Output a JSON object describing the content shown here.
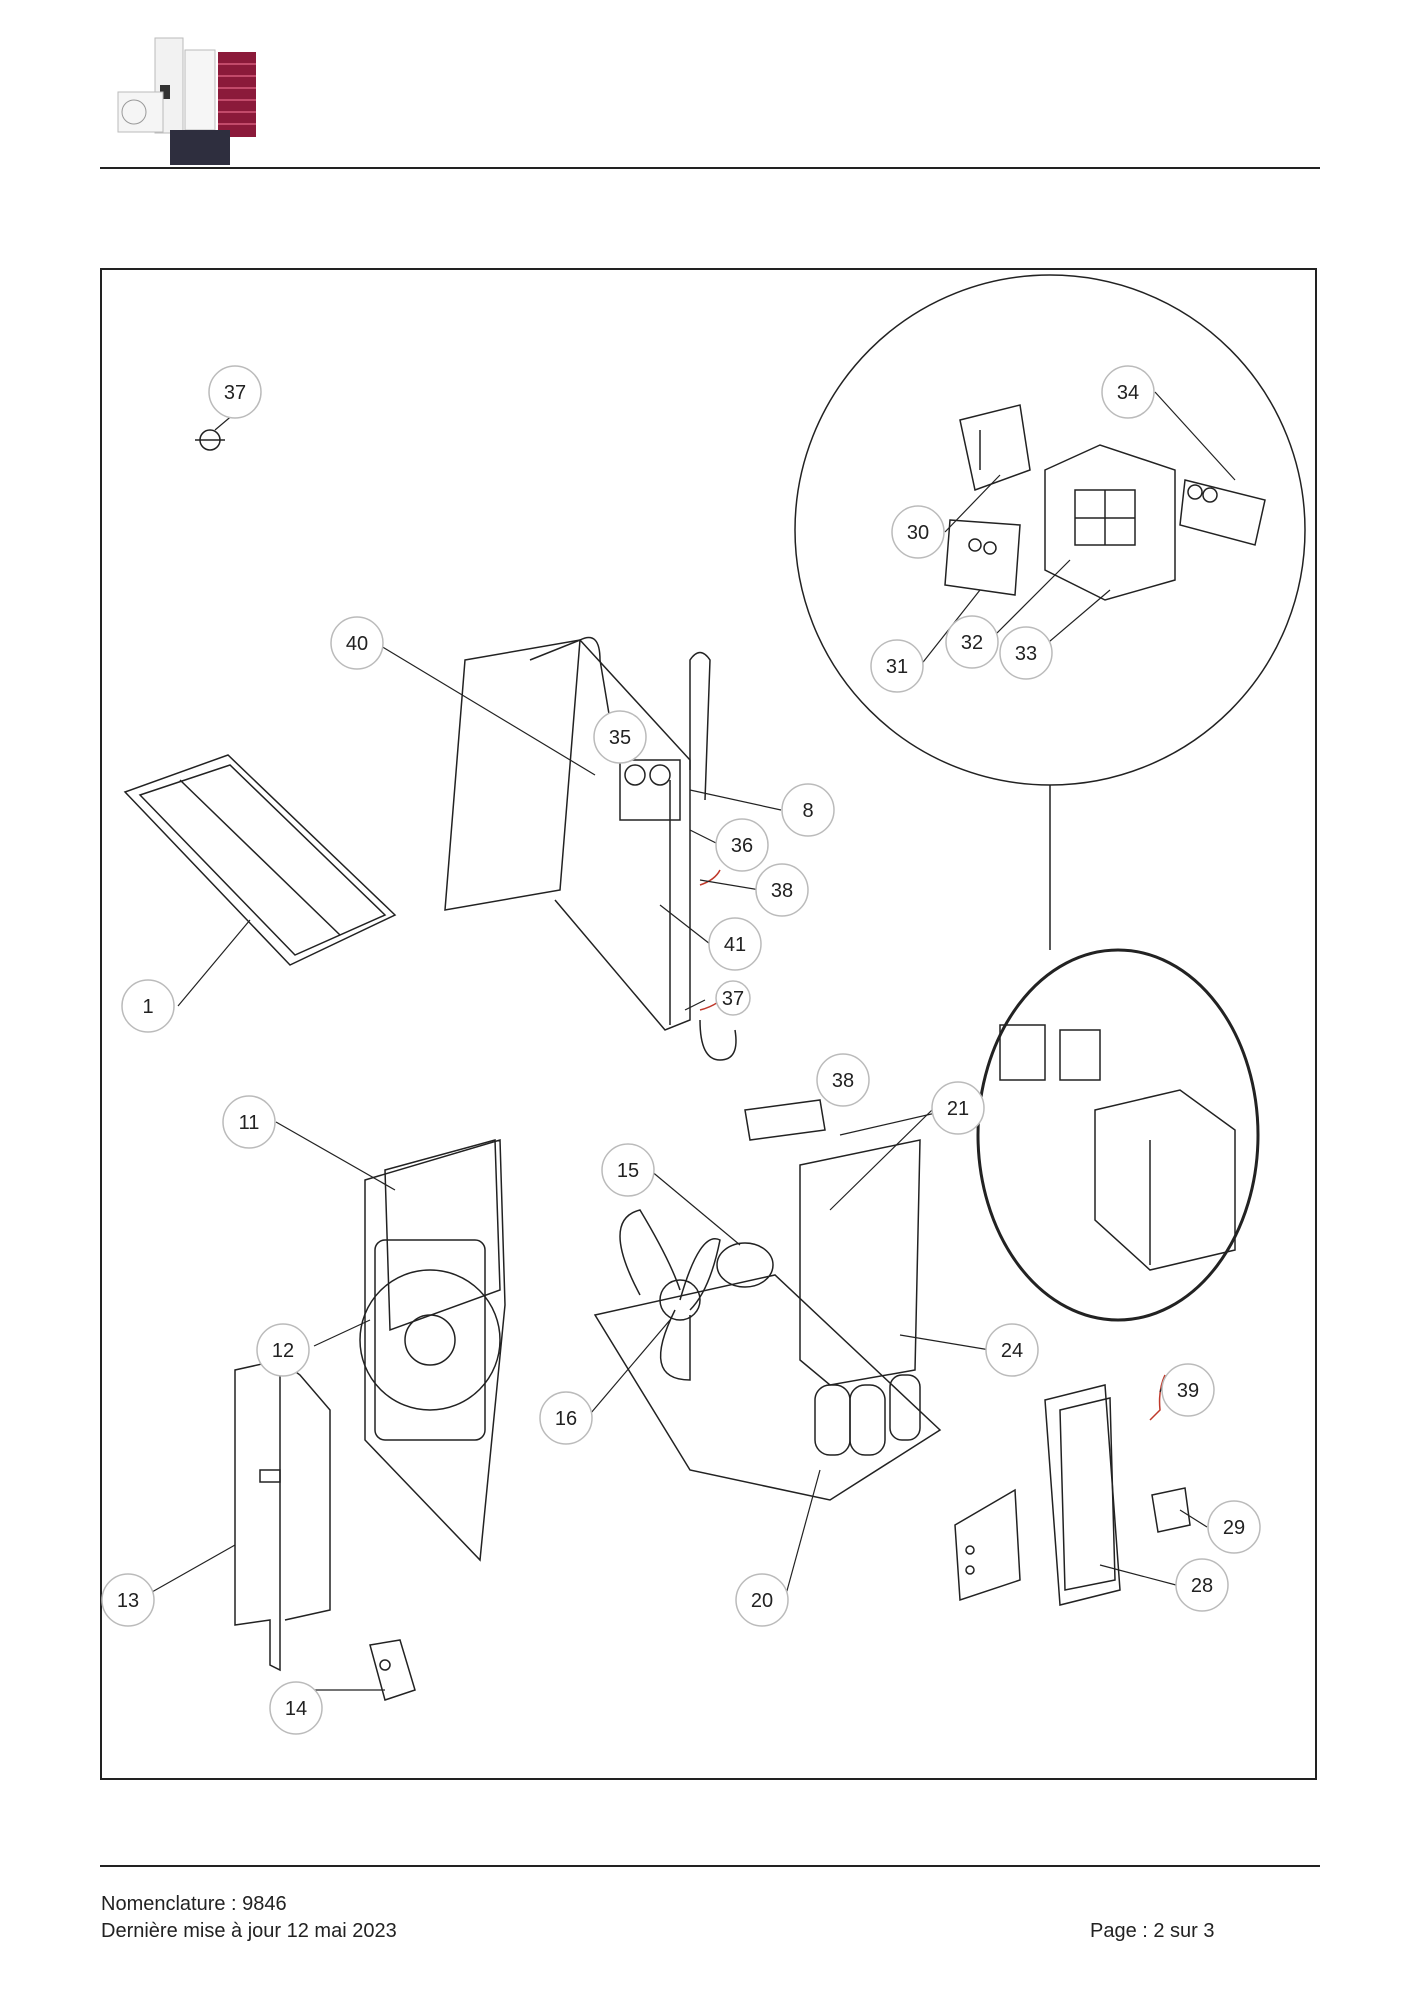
{
  "footer": {
    "nomenclature": "Nomenclature : 9846",
    "updated": "Dernière mise à jour 12 mai 2023",
    "page": "Page : 2 sur 3"
  },
  "callouts": [
    "37",
    "34",
    "30",
    "40",
    "31",
    "32",
    "33",
    "35",
    "8",
    "36",
    "38",
    "41",
    "1",
    "37",
    "38",
    "21",
    "11",
    "15",
    "12",
    "24",
    "16",
    "39",
    "29",
    "13",
    "20",
    "28",
    "14"
  ],
  "colors": {
    "line": "#222222",
    "accent_red": "#c0392b",
    "logo_red": "#8b1a3a",
    "logo_dark": "#2e2e3e"
  }
}
